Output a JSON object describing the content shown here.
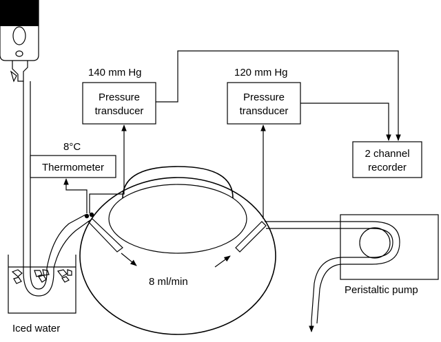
{
  "labels": {
    "pressure_left": "140 mm Hg",
    "pressure_right": "120 mm Hg",
    "transducer_left_line1": "Pressure",
    "transducer_left_line2": "transducer",
    "transducer_right_line1": "Pressure",
    "transducer_right_line2": "transducer",
    "temperature": "8°C",
    "thermometer": "Thermometer",
    "recorder_line1": "2 channel",
    "recorder_line2": "recorder",
    "flow_rate": "8 ml/min",
    "pump": "Peristaltic pump",
    "iced_water": "Iced water"
  },
  "colors": {
    "ink": "#000000",
    "paper": "#ffffff"
  }
}
